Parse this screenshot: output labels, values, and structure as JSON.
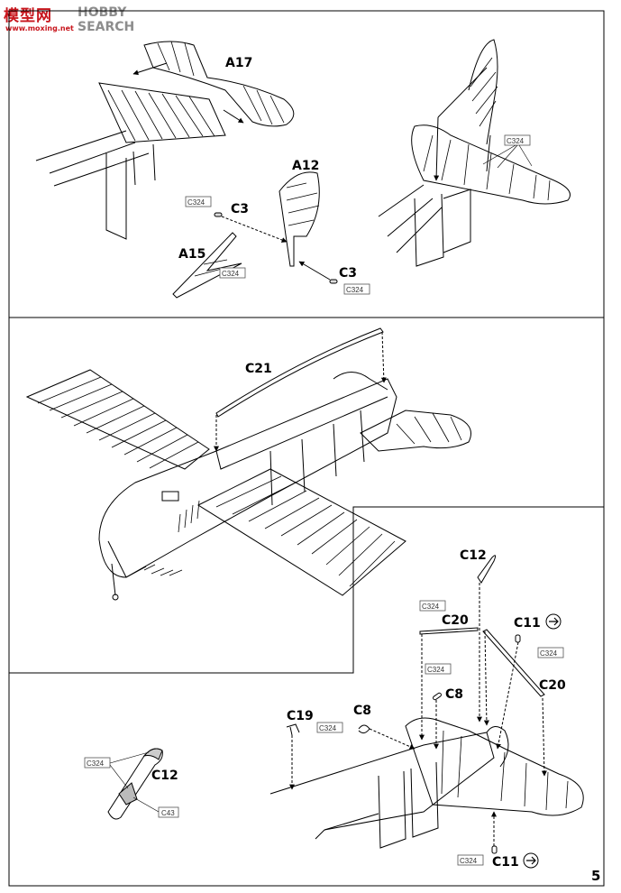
{
  "watermark": {
    "logo": "模型网",
    "brand": "HOBBY SEARCH",
    "url": "www.moxing.net"
  },
  "page": {
    "number": "5"
  },
  "colors": {
    "line": "#000000",
    "paint_box": "#555555",
    "watermark_red": "#c8161d"
  },
  "step1": {
    "parts": {
      "tailplane": "A17",
      "fin": "A12",
      "strut": "A15",
      "hinge_upper": "C3",
      "hinge_lower": "C3"
    },
    "paint": {
      "p1": "C324",
      "p2": "C324",
      "p3": "C324"
    }
  },
  "step2": {
    "paint": {
      "p1": "C324"
    }
  },
  "step3": {
    "parts": {
      "deck": "C21"
    }
  },
  "step4": {
    "parts": {
      "horn": "C12",
      "strut_left": "C20",
      "strut_right": "C20",
      "control_upper": "C11",
      "control_lower": "C11",
      "mast": "C8",
      "hook": "C8",
      "skid": "C19"
    },
    "paint": {
      "p1": "C324",
      "p2": "C324",
      "p3": "C324",
      "p4": "C324",
      "p5": "C324"
    }
  },
  "detail": {
    "parts": {
      "horn": "C12"
    },
    "paint": {
      "p1": "C324",
      "p2": "C43"
    }
  }
}
